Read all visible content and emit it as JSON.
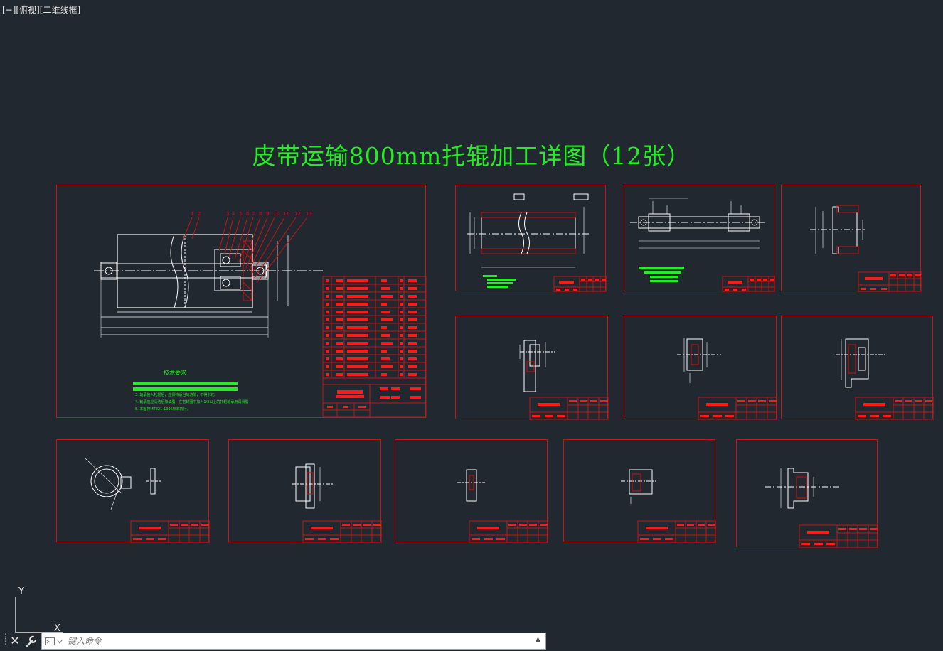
{
  "viewport": {
    "label": "[−][俯视][二维线框]"
  },
  "drawing": {
    "title": "皮带运输800mm托辊加工详图（12张）"
  },
  "assembly_sheet": {
    "balloon_numbers": [
      "1",
      "2",
      "3",
      "4",
      "5",
      "6",
      "7",
      "8",
      "9",
      "10",
      "11",
      "12",
      "13"
    ],
    "notes_heading": "技术要求",
    "notes": [
      "3. 轴承装入托辊后，应保持适当的游隙，不得卡死。",
      "4. 轴承座应清洁后加油脂，在密封圈中加入1/3以上的托辊轴承用润滑脂",
      "5. 本图按MT821-1996标准执行。"
    ]
  },
  "ucs": {
    "y_label": "Y",
    "x_label": "X"
  },
  "command_line": {
    "placeholder": "键入命令",
    "close_icon": "close-icon",
    "customize_icon": "wrench-icon"
  },
  "colors": {
    "background": "#212830",
    "frame": "#c81414",
    "title": "#22ee22",
    "geometry": "#ffffff"
  }
}
